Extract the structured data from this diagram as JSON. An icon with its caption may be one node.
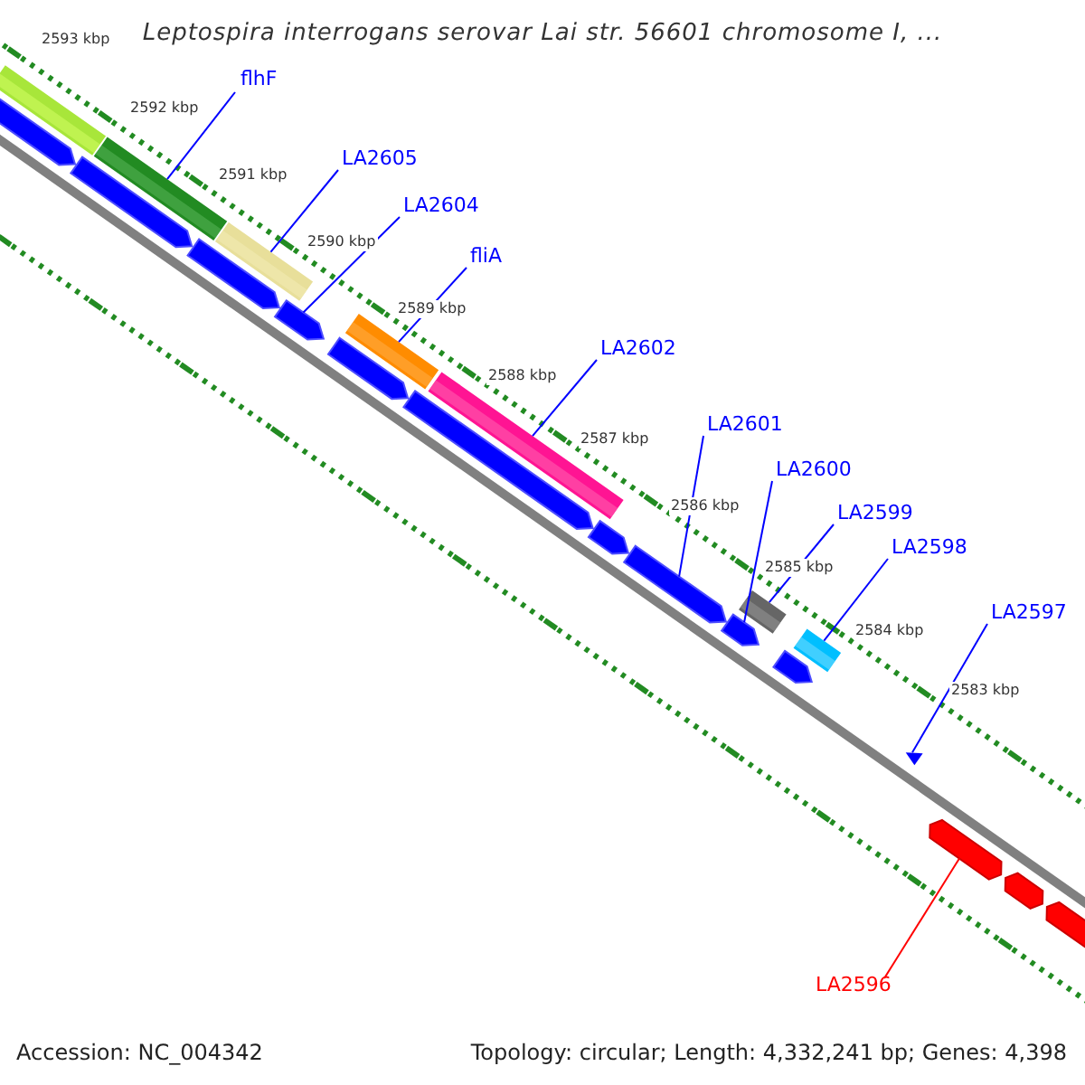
{
  "diagram": {
    "title": "Leptospira interrogans serovar Lai str. 56601 chromosome I, ...",
    "nodes": [
      {
        "text": [
          "flhF"
        ]
      },
      {
        "text": [
          "LA2605"
        ]
      },
      {
        "text": [
          "LA2604"
        ]
      },
      {
        "text": [
          "fliA"
        ]
      },
      {
        "text": [
          "LA2602"
        ]
      },
      {
        "text": [
          "LA2601"
        ]
      },
      {
        "text": [
          "LA2600"
        ]
      },
      {
        "text": [
          "LA2599"
        ]
      },
      {
        "text": [
          "LA2598"
        ]
      },
      {
        "text": [
          "LA2597"
        ]
      },
      {
        "text": [
          "LA2596"
        ]
      },
      {
        "text": [],
        "shape": "bar"
      },
      {
        "text": [],
        "shape": "bar"
      },
      {
        "text": [],
        "shape": "bar"
      },
      {
        "text": [],
        "shape": "bar"
      },
      {
        "text": [],
        "shape": "bar"
      },
      {
        "text": [],
        "shape": "bar"
      },
      {
        "text": [],
        "shape": "bar"
      },
      {
        "text": [],
        "shape": "bar"
      },
      {
        "text": [],
        "shape": "bar"
      },
      {
        "text": [],
        "shape": "bar"
      },
      {
        "text": [],
        "shape": "bar"
      },
      {
        "text": [],
        "shape": "bar"
      },
      {
        "text": [],
        "shape": "bar"
      },
      {
        "text": [],
        "shape": "bar"
      },
      {
        "text": [],
        "shape": "bar"
      },
      {
        "text": [],
        "shape": "bar"
      },
      {
        "text": [],
        "shape": "bar"
      },
      {
        "text": [],
        "shape": "triangle"
      },
      {
        "text": [],
        "shape": "bar"
      },
      {
        "text": [],
        "shape": "bar"
      },
      {
        "text": [],
        "shape": "bar"
      }
    ],
    "edges": [
      {
        "from": 0,
        "to": 12,
        "arrow": "none"
      },
      {
        "from": 1,
        "to": 13,
        "arrow": "none"
      },
      {
        "from": 2,
        "to": 21,
        "arrow": "none"
      },
      {
        "from": 3,
        "to": 14,
        "arrow": "none"
      },
      {
        "from": 4,
        "to": 15,
        "arrow": "none"
      },
      {
        "from": 5,
        "to": 25,
        "arrow": "none"
      },
      {
        "from": 6,
        "to": 26,
        "arrow": "none"
      },
      {
        "from": 7,
        "to": 16,
        "arrow": "none"
      },
      {
        "from": 8,
        "to": 17,
        "arrow": "none"
      },
      {
        "from": 9,
        "to": 28,
        "arrow": "none"
      },
      {
        "from": 10,
        "to": 29,
        "arrow": "none",
        "color": "#ff0000"
      }
    ],
    "labels": [
      "2593 kbp",
      "2592 kbp",
      "2591 kbp",
      "2590 kbp",
      "2589 kbp",
      "2588 kbp",
      "2587 kbp",
      "2586 kbp",
      "2585 kbp",
      "2584 kbp",
      "2583 kbp",
      "Accession: NC_004342",
      "Topology: circular; Length: 4,332,241 bp; Genes: 4,398"
    ]
  }
}
